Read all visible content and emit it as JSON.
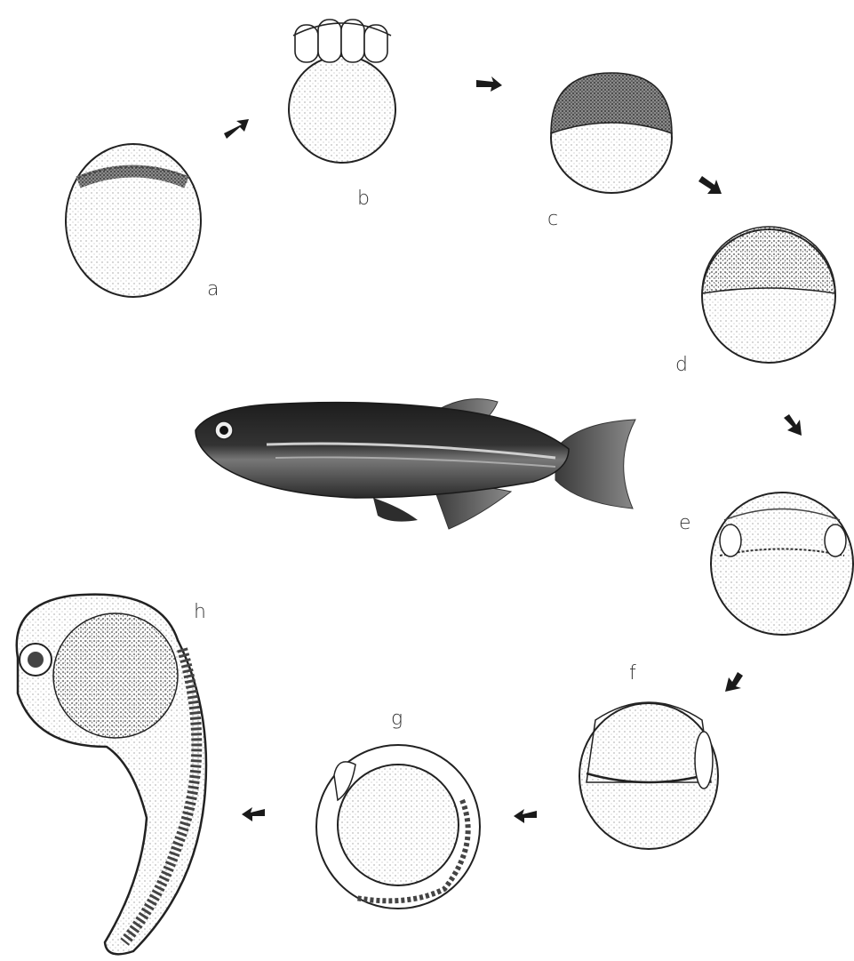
{
  "figure": {
    "stages": [
      {
        "id": "a",
        "label": "a"
      },
      {
        "id": "b",
        "label": "b"
      },
      {
        "id": "c",
        "label": "c"
      },
      {
        "id": "d",
        "label": "d"
      },
      {
        "id": "e",
        "label": "e"
      },
      {
        "id": "f",
        "label": "f"
      },
      {
        "id": "g",
        "label": "g"
      },
      {
        "id": "h",
        "label": "h"
      }
    ],
    "center_image": "adult-zebrafish",
    "arrow_color": "#1a1a1a",
    "ink_color": "#222222"
  }
}
